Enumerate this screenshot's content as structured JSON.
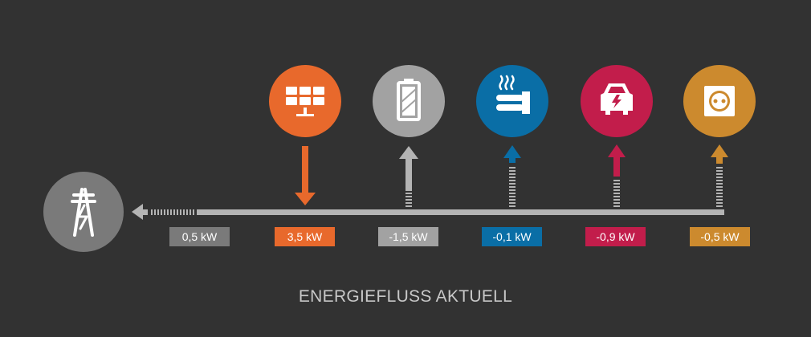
{
  "caption": "ENERGIEFLUSS AKTUELL",
  "colors": {
    "background": "#323232",
    "flow_line": "#b4b4b4",
    "grid": "#7a7a7a",
    "solar": "#e8692c",
    "battery": "#a2a2a2",
    "heating": "#0a6ea6",
    "car": "#c21d4b",
    "socket": "#cc8a2e"
  },
  "grid": {
    "icon": "power-pylon-icon",
    "value": "0,5 kW",
    "direction": "out"
  },
  "nodes": [
    {
      "id": "solar",
      "icon": "solar-panel-icon",
      "value": "3,5 kW",
      "direction": "in"
    },
    {
      "id": "battery",
      "icon": "battery-icon",
      "value": "-1,5 kW",
      "direction": "out"
    },
    {
      "id": "heating",
      "icon": "heater-icon",
      "value": "-0,1 kW",
      "direction": "out"
    },
    {
      "id": "car",
      "icon": "electric-car-icon",
      "value": "-0,9 kW",
      "direction": "out"
    },
    {
      "id": "socket",
      "icon": "power-socket-icon",
      "value": "-0,5 kW",
      "direction": "out"
    }
  ]
}
